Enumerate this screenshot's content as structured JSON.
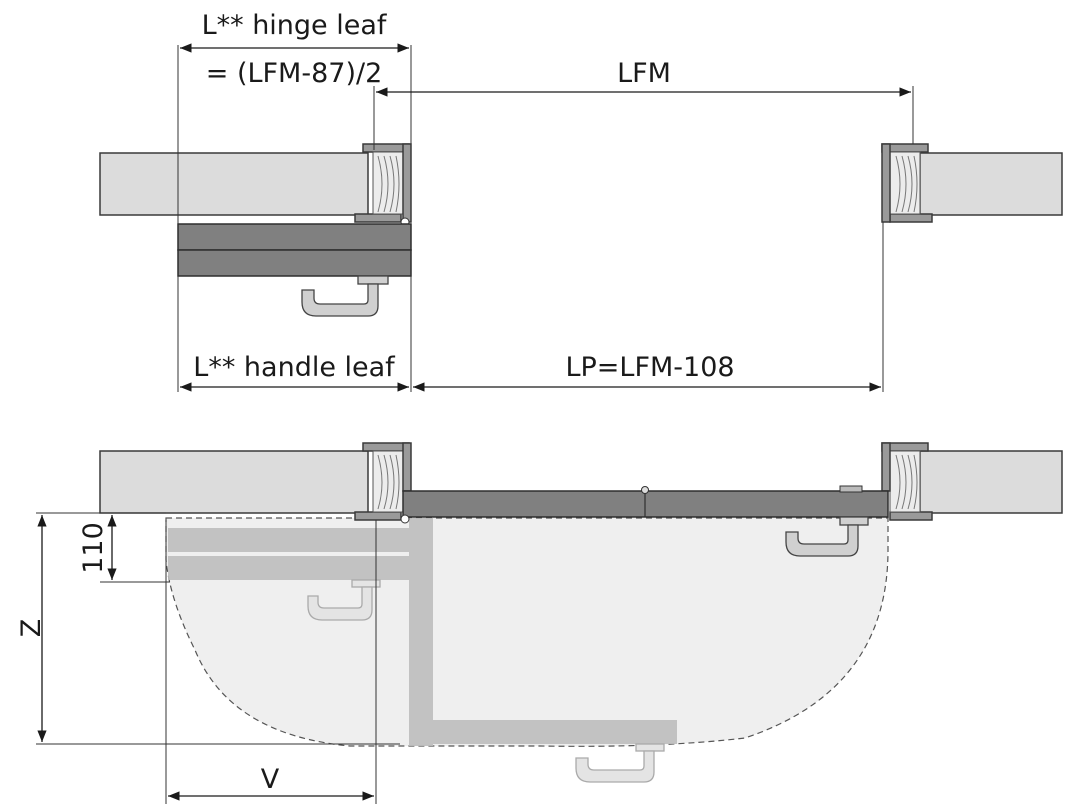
{
  "labels": {
    "hinge_leaf": "L** hinge leaf",
    "hinge_formula": "= (LFM-87)/2",
    "lfm": "LFM",
    "handle_leaf": "L** handle leaf",
    "lp": "LP=LFM-108",
    "dim_110": "110",
    "dim_z": "Z",
    "dim_v": "V"
  }
}
